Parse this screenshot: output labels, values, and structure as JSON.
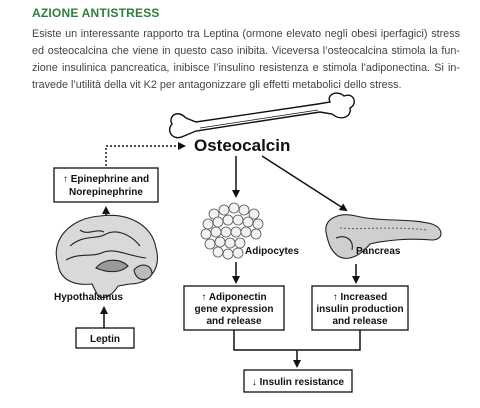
{
  "header": {
    "title": "AZIONE ANTISTRESS"
  },
  "intro": {
    "lines": [
      "Esiste un interessante rapporto tra Leptina (ormone elevato negli obesi iperfagici) stress",
      "ed osteocalcina che viene in questo caso inibita. Viceversa l’osteocalcina stimola la fun-",
      "zione insulinica pancreatica, inibisce l’insulino resistenza e stimola l’adiponectina. Si in-",
      "travede l’utilità della vit K2 per antagonizzare gli effetti metabolici dello stress."
    ]
  },
  "diagram": {
    "osteocalcin": "Osteocalcin",
    "epinephrine": [
      "↑ Epinephrine and",
      "Norepinephrine"
    ],
    "hypothalamus": "Hypothalamus",
    "leptin": "Leptin",
    "adipocytes": "Adipocytes",
    "pancreas": "Pancreas",
    "adiponectin": [
      "↑ Adiponectin",
      "gene expression",
      "and release"
    ],
    "insulin_production": [
      "↑ Increased",
      "insulin production",
      "and release"
    ],
    "insulin_resistance": "↓ Insulin resistance",
    "icons": [
      "bone-icon",
      "brain-icon",
      "adipocytes-icon",
      "pancreas-icon"
    ]
  }
}
